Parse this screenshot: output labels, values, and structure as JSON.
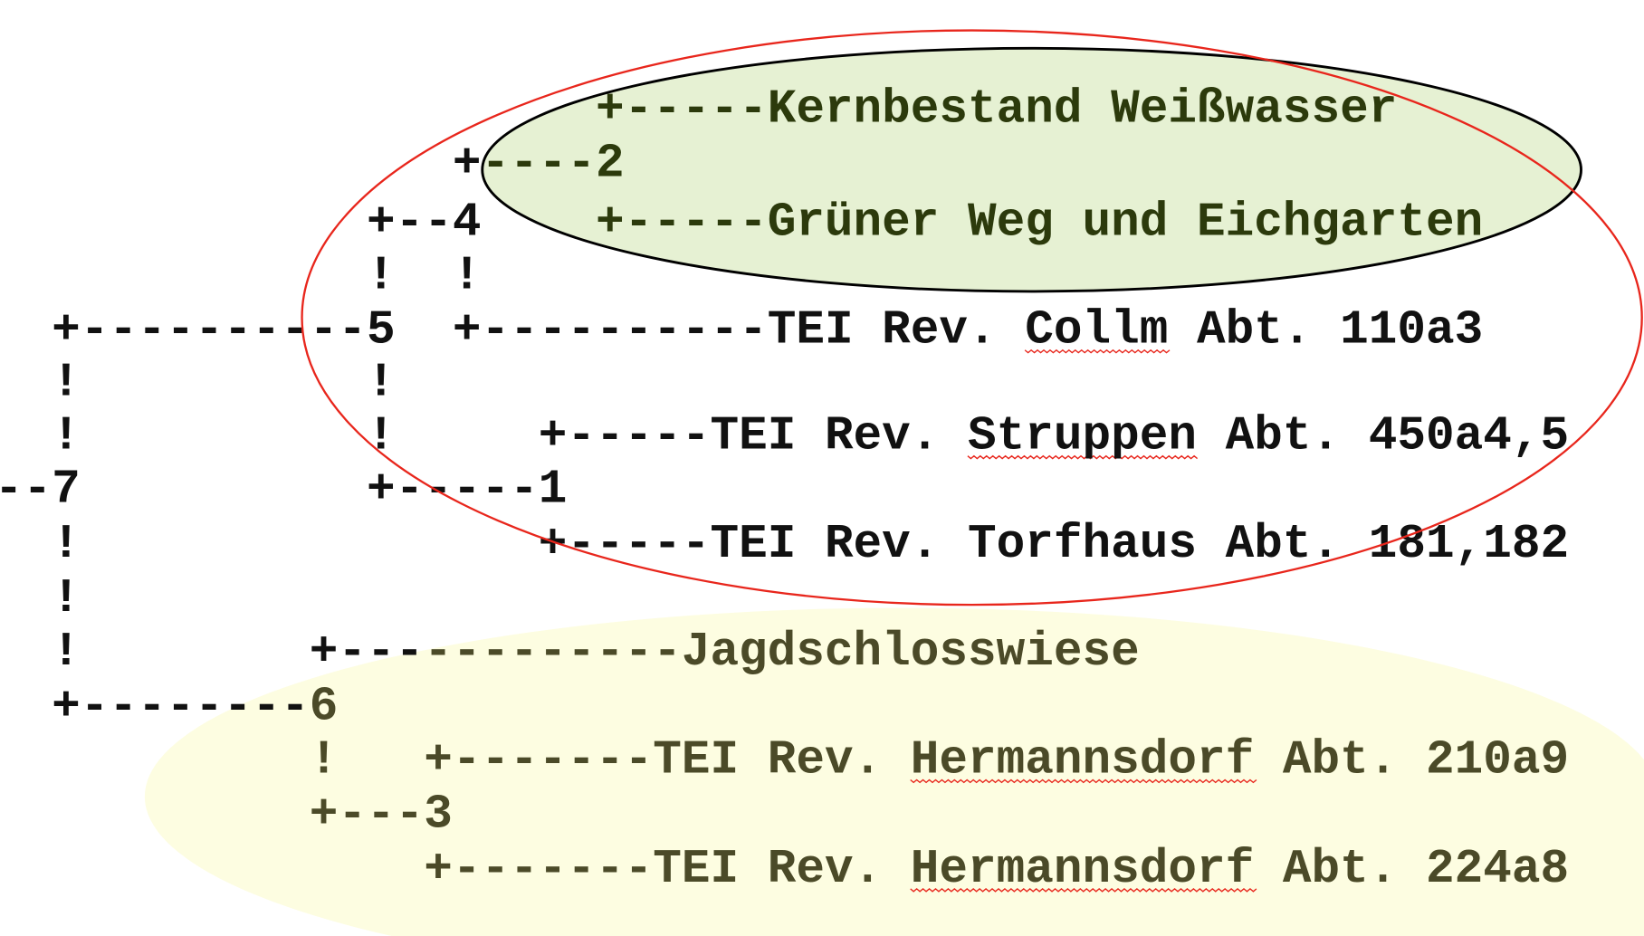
{
  "colors": {
    "black": "#111111",
    "green": "#2c3a0c",
    "olive": "#4b4a28",
    "red_ellipse": "#e8261c",
    "green_fill": "#e6f1d3",
    "yellow_fill": "#fdfde1",
    "squiggle": "#e8261c"
  },
  "rows": [
    [
      {
        "t": "                     "
      },
      {
        "t": "+-----Kernbestand Weißwasser",
        "c": "green"
      }
    ],
    [
      {
        "t": "                +",
        "c": "black"
      },
      {
        "t": "----2",
        "c": "green"
      }
    ],
    [
      {
        "t": "             +--4    ",
        "c": "black"
      },
      {
        "t": "+-----Grüner Weg und Eichgarten",
        "c": "green"
      }
    ],
    [
      {
        "t": "             !  !",
        "c": "black"
      }
    ],
    [
      {
        "t": "  +----------5  +----------TEI Rev. ",
        "c": "black"
      },
      {
        "t": "Collm",
        "c": "black",
        "u": true
      },
      {
        "t": " Abt. 110a3",
        "c": "black"
      }
    ],
    [
      {
        "t": "  !          !",
        "c": "black"
      }
    ],
    [
      {
        "t": "  !          !     +-----TEI Rev. ",
        "c": "black"
      },
      {
        "t": "Struppen",
        "c": "black",
        "u": true
      },
      {
        "t": " Abt. 450a4,5",
        "c": "black"
      }
    ],
    [
      {
        "t": "--7          +-----1",
        "c": "black"
      }
    ],
    [
      {
        "t": "  !                +-----TEI Rev. Torfhaus Abt. 181,182",
        "c": "black"
      }
    ],
    [
      {
        "t": "  !",
        "c": "black"
      }
    ],
    [
      {
        "t": "  !        +---",
        "c": "black"
      },
      {
        "t": "---------Jagdschlosswiese",
        "c": "olive"
      }
    ],
    [
      {
        "t": "  +--------",
        "c": "black"
      },
      {
        "t": "6",
        "c": "olive"
      }
    ],
    [
      {
        "t": "           !   +-------TEI Rev. ",
        "c": "olive"
      },
      {
        "t": "Hermannsdorf",
        "c": "olive",
        "u": true
      },
      {
        "t": " Abt. 210a9",
        "c": "olive"
      }
    ],
    [
      {
        "t": "           +---3",
        "c": "olive"
      }
    ],
    [
      {
        "t": "               +-------TEI Rev. ",
        "c": "olive"
      },
      {
        "t": "Hermannsdorf",
        "c": "olive",
        "u": true
      },
      {
        "t": " Abt. 224a8",
        "c": "olive"
      }
    ]
  ]
}
